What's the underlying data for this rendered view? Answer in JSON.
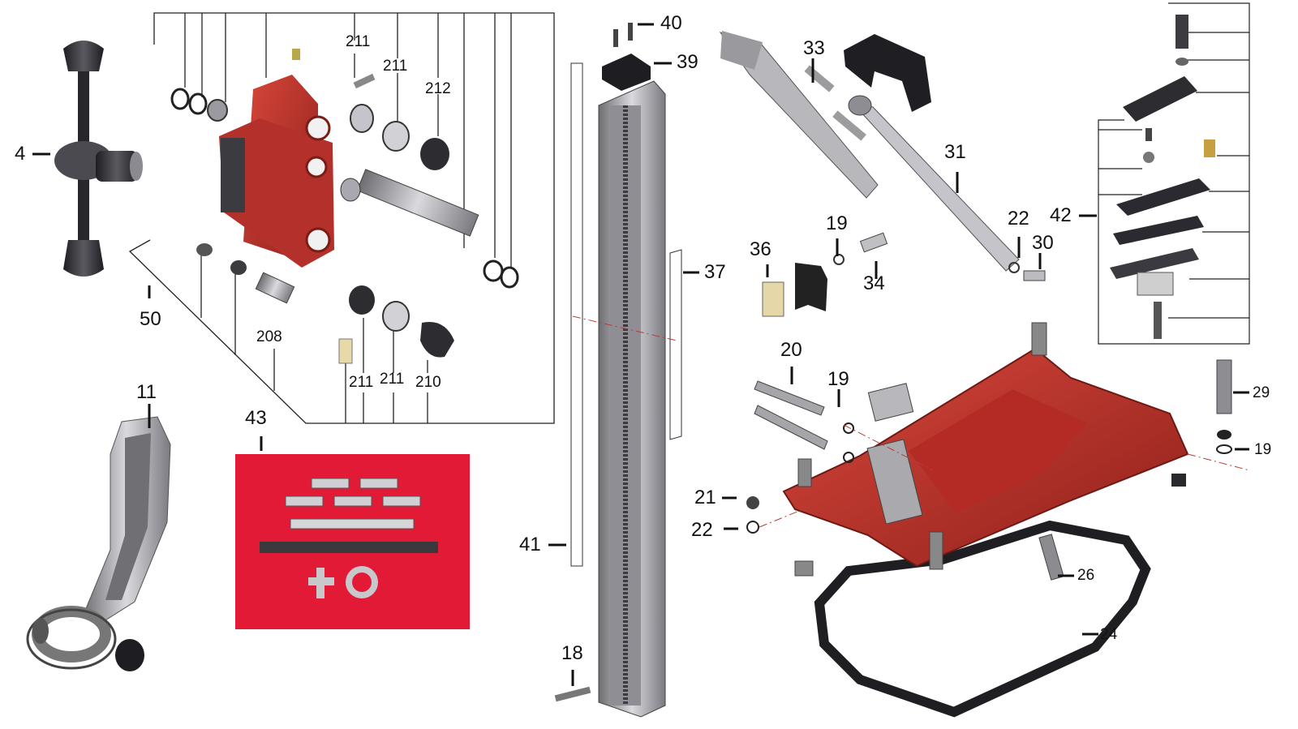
{
  "diagram": {
    "kind": "exploded-parts-view",
    "accent_color": "#c0302a",
    "kit_color": "#e21a35",
    "callouts": {
      "c4": "4",
      "c11": "11",
      "c43": "43",
      "c50": "50",
      "c208": "208",
      "c211_top1": "211",
      "c211_top2": "211",
      "c212": "212",
      "c211_bot1": "211",
      "c211_bot2": "211",
      "c210": "210",
      "c40": "40",
      "c39": "39",
      "c37": "37",
      "c41": "41",
      "c18": "18",
      "c33": "33",
      "c31": "31",
      "c22_top": "22",
      "c30": "30",
      "c19_top": "19",
      "c34": "34",
      "c36": "36",
      "c42": "42",
      "c20": "20",
      "c19_mid": "19",
      "c21": "21",
      "c22_bot": "22",
      "c29": "29",
      "c19_right": "19",
      "c26": "26",
      "c24": "24"
    }
  }
}
